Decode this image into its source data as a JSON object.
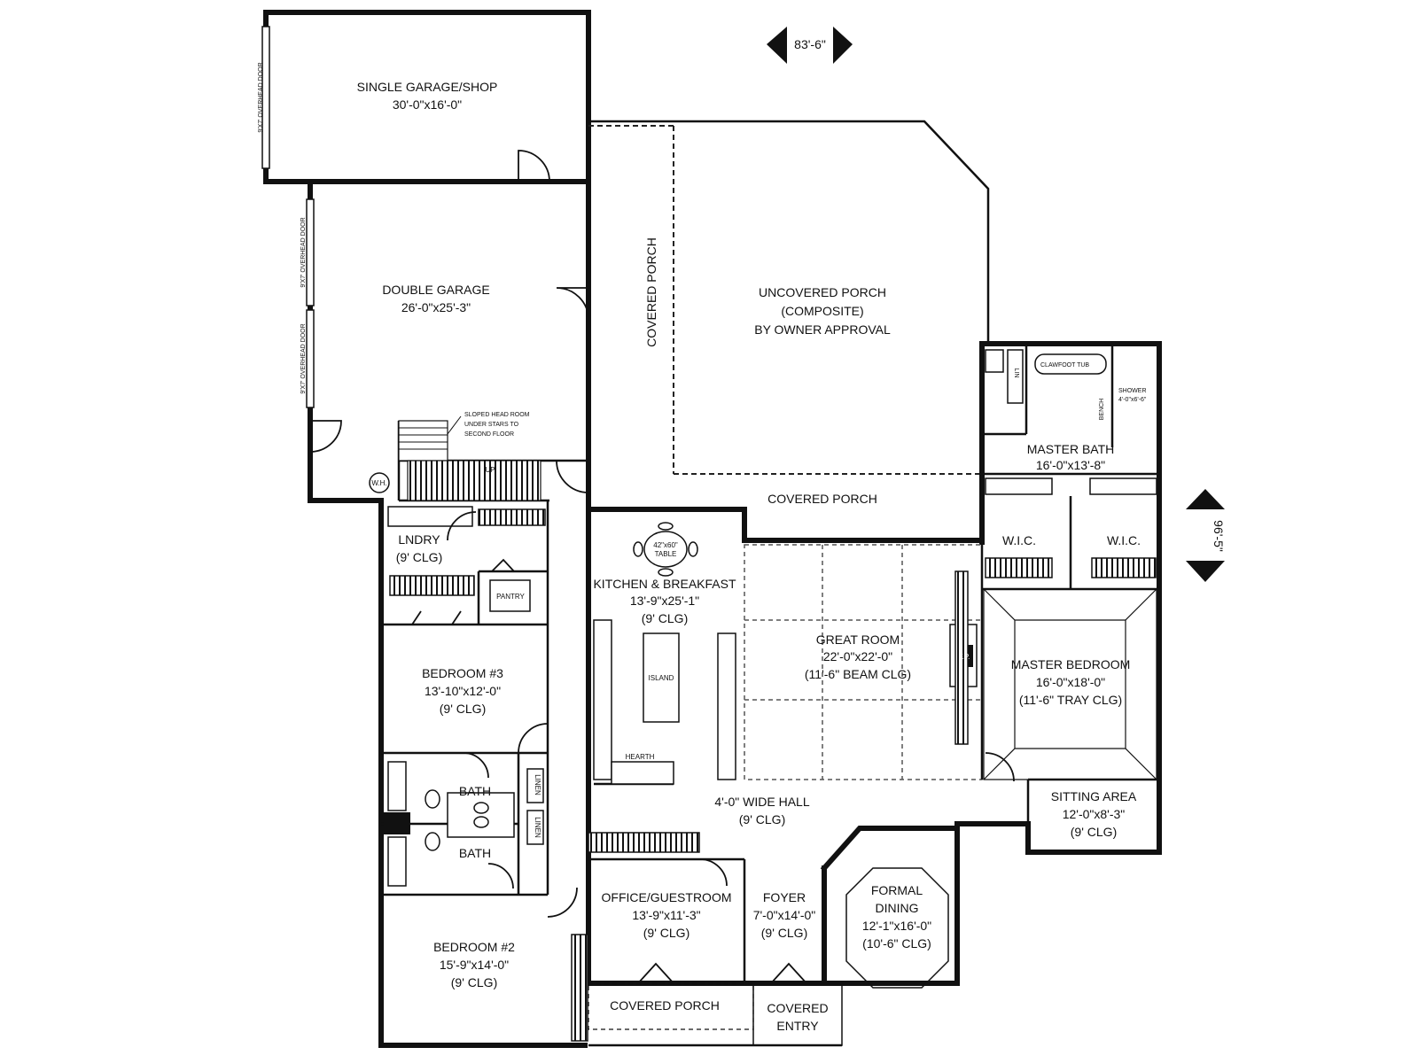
{
  "dimensions": {
    "width_label": "83'-6\"",
    "depth_label": "96'-5\""
  },
  "rooms": {
    "single_garage": {
      "name": "SINGLE GARAGE/SHOP",
      "size": "30'-0\"x16'-0\""
    },
    "double_garage": {
      "name": "DOUBLE GARAGE",
      "size": "26'-0\"x25'-3\""
    },
    "uncovered_porch": {
      "line1": "UNCOVERED PORCH",
      "line2": "(COMPOSITE)",
      "line3": "BY OWNER APPROVAL"
    },
    "covered_porch_side": {
      "name": "COVERED PORCH"
    },
    "covered_porch_rear": {
      "name": "COVERED PORCH"
    },
    "laundry": {
      "name": "LNDRY",
      "clg": "(9' CLG)"
    },
    "pantry": {
      "name": "PANTRY"
    },
    "kitchen": {
      "name": "KITCHEN & BREAKFAST",
      "size": "13'-9\"x25'-1\"",
      "clg": "(9' CLG)"
    },
    "table": {
      "line1": "42\"x60\"",
      "line2": "TABLE"
    },
    "island": {
      "name": "ISLAND"
    },
    "hearth": {
      "name": "HEARTH"
    },
    "great_room": {
      "name": "GREAT ROOM",
      "size": "22'-0\"x22'-0\"",
      "clg": "(11'-6\" BEAM CLG)"
    },
    "fireplace": {
      "name": "F.P."
    },
    "master_bath": {
      "name": "MASTER BATH",
      "size": "16'-0\"x13'-8\""
    },
    "clawfoot_tub": {
      "name": "CLAWFOOT TUB"
    },
    "shower": {
      "line1": "SHOWER",
      "line2": "4'-0\"x6'-6\""
    },
    "wic_left": {
      "name": "W.I.C."
    },
    "wic_right": {
      "name": "W.I.C."
    },
    "master_bedroom": {
      "name": "MASTER BEDROOM",
      "size": "16'-0\"x18'-0\"",
      "clg": "(11'-6\" TRAY CLG)"
    },
    "sitting_area": {
      "name": "SITTING AREA",
      "size": "12'-0\"x8'-3\"",
      "clg": "(9' CLG)"
    },
    "hall": {
      "name": "4'-0\" WIDE HALL",
      "clg": "(9' CLG)"
    },
    "bedroom3": {
      "name": "BEDROOM #3",
      "size": "13'-10\"x12'-0\"",
      "clg": "(9' CLG)"
    },
    "bath_upper": {
      "name": "BATH"
    },
    "bath_lower": {
      "name": "BATH"
    },
    "linen_upper": {
      "name": "LINEN"
    },
    "linen_lower": {
      "name": "LINEN"
    },
    "bedroom2": {
      "name": "BEDROOM #2",
      "size": "15'-9\"x14'-0\"",
      "clg": "(9' CLG)"
    },
    "office": {
      "name": "OFFICE/GUESTROOM",
      "size": "13'-9\"x11'-3\"",
      "clg": "(9' CLG)"
    },
    "foyer": {
      "name": "FOYER",
      "size": "7'-0\"x14'-0\"",
      "clg": "(9' CLG)"
    },
    "formal_dining": {
      "line1": "FORMAL",
      "line2": "DINING",
      "size": "12'-1\"x16'-0\"",
      "clg": "(10'-6\" CLG)"
    },
    "covered_entry": {
      "line1": "COVERED",
      "line2": "ENTRY"
    }
  },
  "notes": {
    "sloped_head_room": [
      "SLOPED HEAD ROOM",
      "UNDER STARS TO",
      "SECOND FLOOR"
    ],
    "garage_door_single": "9'X7' OVERHEAD DOOR",
    "garage_door_double_a": "9'X7' OVERHEAD DOOR",
    "garage_door_double_b": "9'X7' OVERHEAD DOOR",
    "water_heater": "W.H.",
    "up": "UP",
    "linen_master": "LIN",
    "bench": "BENCH"
  }
}
